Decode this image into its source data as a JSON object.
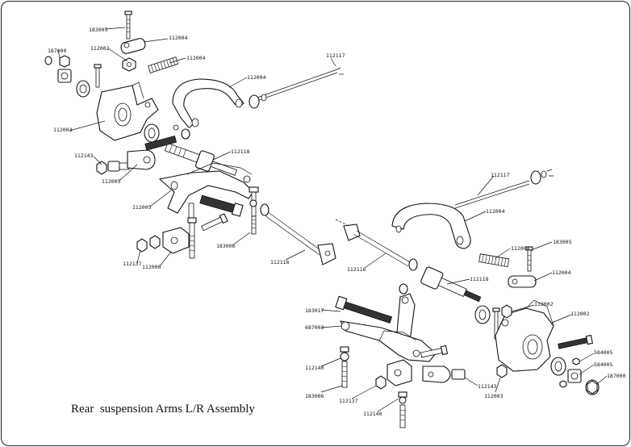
{
  "title": "Rear  suspension Arms L/R Assembly",
  "parts": [
    {
      "id": "p1",
      "label": "183005"
    },
    {
      "id": "p2",
      "label": "112004"
    },
    {
      "id": "p3",
      "label": "112002"
    },
    {
      "id": "p4",
      "label": "187000"
    },
    {
      "id": "p5",
      "label": "112004"
    },
    {
      "id": "p6",
      "label": "112117"
    },
    {
      "id": "p7",
      "label": "112004"
    },
    {
      "id": "p8",
      "label": "112003"
    },
    {
      "id": "p9",
      "label": "112143"
    },
    {
      "id": "p10",
      "label": "112118"
    },
    {
      "id": "p11",
      "label": "112005"
    },
    {
      "id": "p12",
      "label": "112005"
    },
    {
      "id": "p13",
      "label": "112137"
    },
    {
      "id": "p14",
      "label": "112006"
    },
    {
      "id": "p15",
      "label": "183006"
    },
    {
      "id": "p16",
      "label": "112116"
    },
    {
      "id": "p17",
      "label": "112117"
    },
    {
      "id": "p18",
      "label": "112004"
    },
    {
      "id": "p19",
      "label": "112116"
    },
    {
      "id": "p20",
      "label": "112004"
    },
    {
      "id": "p21",
      "label": "183005"
    },
    {
      "id": "p22",
      "label": "112004"
    },
    {
      "id": "p23",
      "label": "112118"
    },
    {
      "id": "p24",
      "label": "183017"
    },
    {
      "id": "p25",
      "label": "687003"
    },
    {
      "id": "p26",
      "label": "112002"
    },
    {
      "id": "p27",
      "label": "112002"
    },
    {
      "id": "p28",
      "label": "112140"
    },
    {
      "id": "p29",
      "label": "112143"
    },
    {
      "id": "p30",
      "label": "584005"
    },
    {
      "id": "p31",
      "label": "584005"
    },
    {
      "id": "p32",
      "label": "183006"
    },
    {
      "id": "p33",
      "label": "112137"
    },
    {
      "id": "p34",
      "label": "187000"
    },
    {
      "id": "p35",
      "label": "112140"
    },
    {
      "id": "p36",
      "label": "112003"
    }
  ]
}
